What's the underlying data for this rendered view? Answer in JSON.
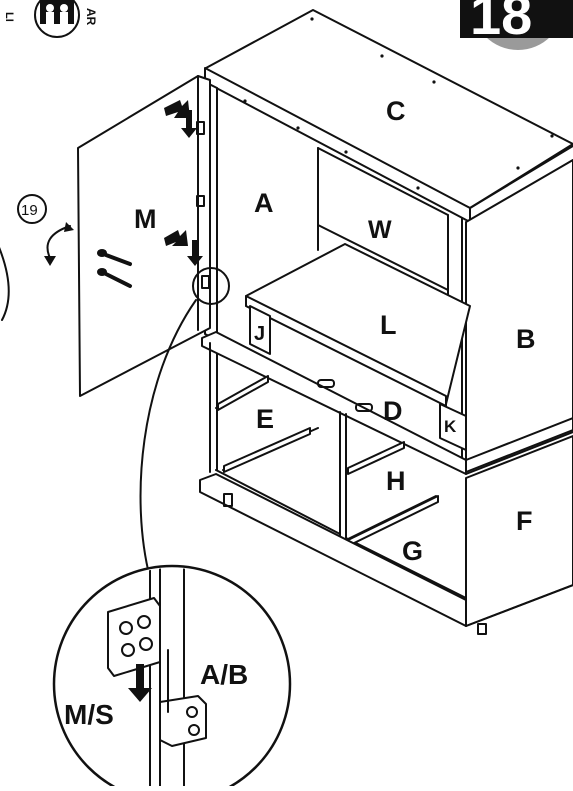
{
  "step_number": "18",
  "callout_step": "19",
  "labels": {
    "A": "A",
    "B": "B",
    "C": "C",
    "D": "D",
    "E": "E",
    "F": "F",
    "G": "G",
    "H": "H",
    "J": "J",
    "K": "K",
    "L": "L",
    "M": "M",
    "W": "W",
    "MS": "M/S",
    "AB": "A/B"
  },
  "badge": {
    "text": "AR",
    "edge_text": "LI"
  },
  "colors": {
    "ink": "#111111",
    "paper": "#ffffff",
    "step_circle": "#9a9a9a",
    "step_box": "#111111"
  }
}
